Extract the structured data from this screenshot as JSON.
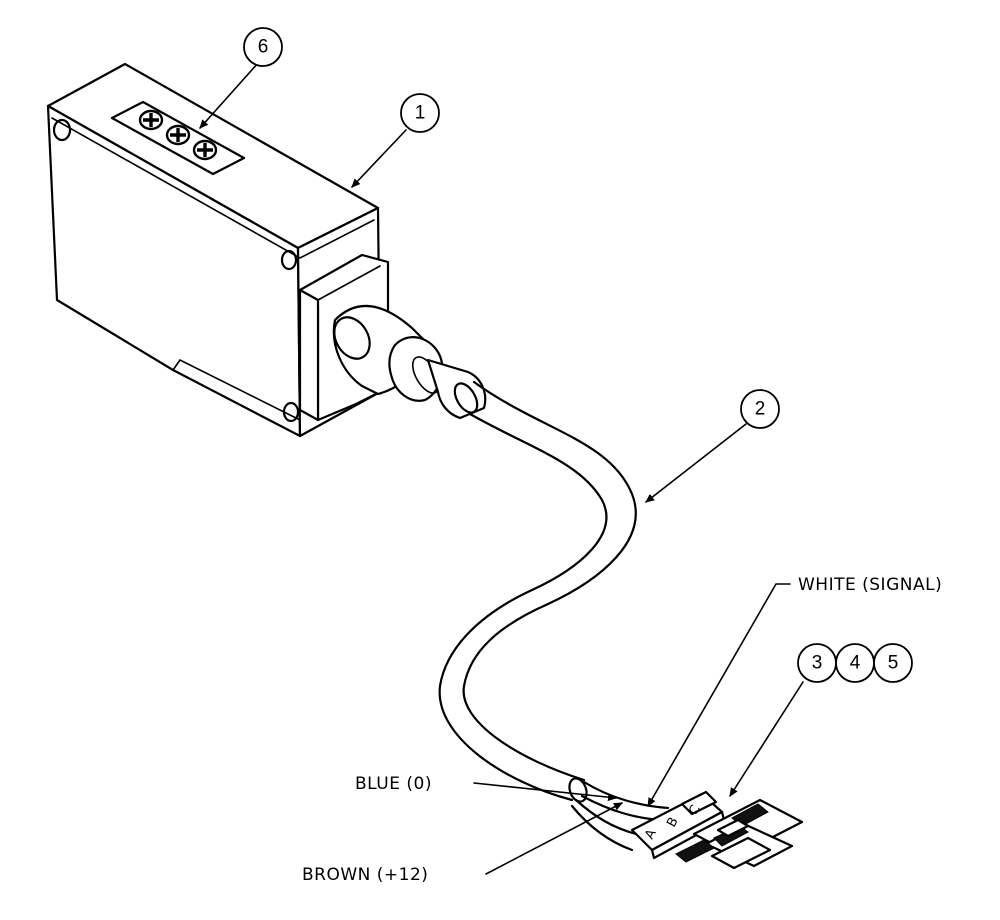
{
  "balloons": {
    "b1": "1",
    "b2": "2",
    "b3": "3",
    "b4": "4",
    "b5": "5",
    "b6": "6"
  },
  "wires": {
    "white": "WHITE (SIGNAL)",
    "blue": "BLUE (0)",
    "brown": "BROWN (+12)"
  },
  "connector_pins": {
    "a": "A",
    "b": "B",
    "c": "C"
  }
}
